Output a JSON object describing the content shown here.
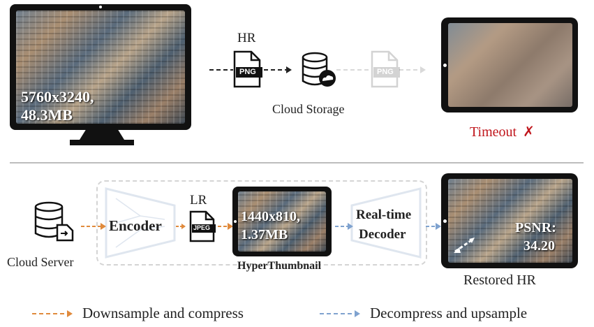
{
  "top": {
    "source_image_text": [
      "5760x3240,",
      "48.3MB"
    ],
    "hr_label": "HR",
    "png_label": "PNG",
    "png_label_faded": "PNG",
    "storage_label": "Cloud Storage",
    "timeout_label": "Timeout",
    "timeout_mark": "✗"
  },
  "bottom": {
    "server_label": "Cloud Server",
    "encoder_label": "Encoder",
    "lr_label": "LR",
    "jpeg_label": "JPEG",
    "thumb_text": [
      "1440x810,",
      "1.37MB"
    ],
    "thumb_label": "HyperThumbnail",
    "decoder_label": [
      "Real-time",
      "Decoder"
    ],
    "psnr_text": [
      "PSNR:",
      "34.20"
    ],
    "restored_label": "Restored HR"
  },
  "legend": {
    "orange_text": "Downsample and compress",
    "blue_text": "Decompress and upsample"
  },
  "colors": {
    "orange_arrow": "#e08a3c",
    "blue_arrow": "#7fa2cf",
    "timeout_red": "#c0161c"
  }
}
